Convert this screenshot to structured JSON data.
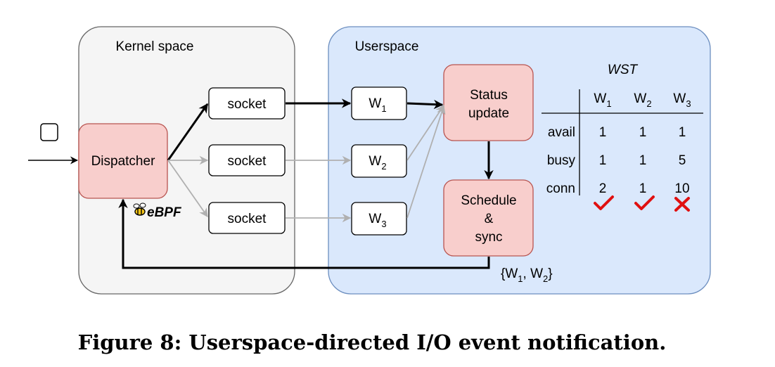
{
  "regions": {
    "kernel": "Kernel space",
    "user": "Userspace"
  },
  "dispatcher": "Dispatcher",
  "ebpf_label": "eBPF",
  "sockets": [
    "socket",
    "socket",
    "socket"
  ],
  "workers": [
    {
      "base": "W",
      "sub": "1"
    },
    {
      "base": "W",
      "sub": "2"
    },
    {
      "base": "W",
      "sub": "3"
    }
  ],
  "status_update": [
    "Status",
    "update"
  ],
  "schedule_sync": [
    "Schedule",
    "&",
    "sync"
  ],
  "selected_set": {
    "prefix": "{W",
    "sub1": "1",
    "mid": ", W",
    "sub2": "2",
    "suffix": "}"
  },
  "wst": {
    "title": "WST",
    "columns": [
      {
        "base": "W",
        "sub": "1"
      },
      {
        "base": "W",
        "sub": "2"
      },
      {
        "base": "W",
        "sub": "3"
      }
    ],
    "rows": [
      {
        "label": "avail",
        "values": [
          "1",
          "1",
          "1"
        ]
      },
      {
        "label": "busy",
        "values": [
          "1",
          "1",
          "5"
        ]
      },
      {
        "label": "conn",
        "values": [
          "2",
          "1",
          "10"
        ]
      }
    ],
    "marks": [
      "check",
      "check",
      "cross"
    ]
  },
  "colors": {
    "kernel_fill": "#f5f5f5",
    "user_fill": "#dae8fc",
    "user_stroke": "#6c8ebf",
    "node_fill": "#f8cecc",
    "node_stroke": "#b85450",
    "mark_red": "#e01010",
    "gray_arrow": "#b0b0b0"
  },
  "caption": "Figure 8: Userspace-directed I/O event notification."
}
